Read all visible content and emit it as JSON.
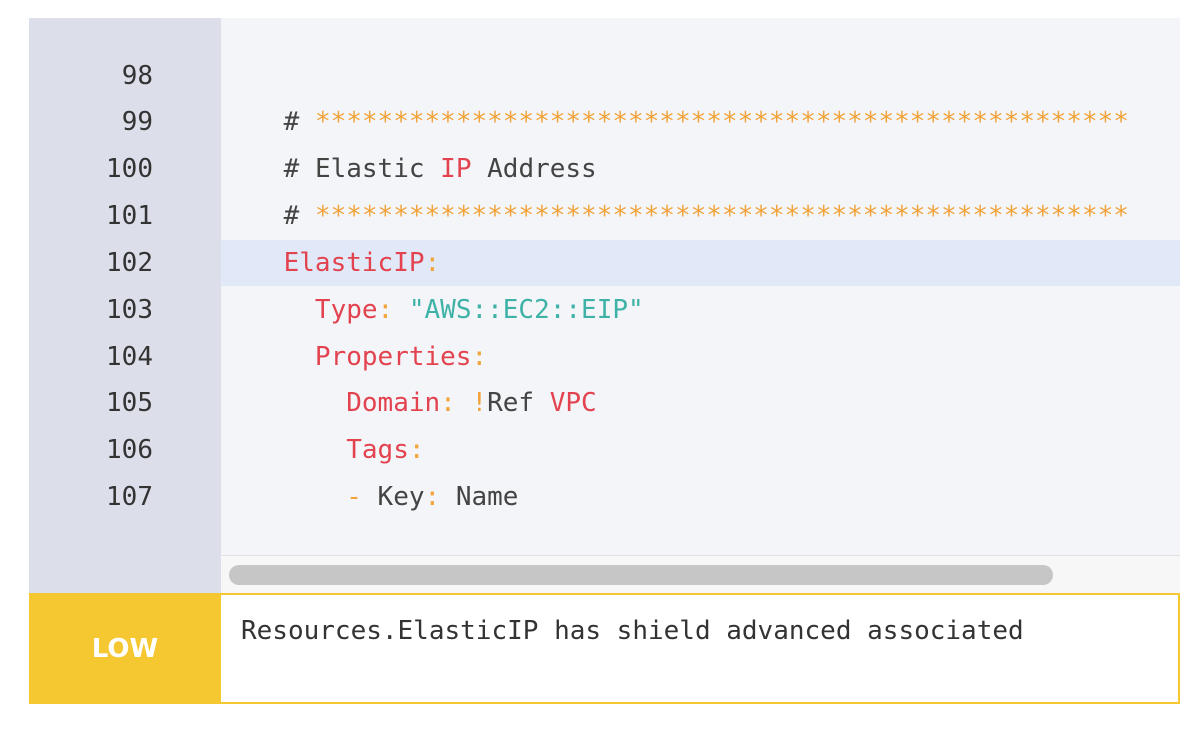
{
  "gutter": {
    "line_numbers": [
      "98",
      "99",
      "100",
      "101",
      "102",
      "103",
      "104",
      "105",
      "106",
      "107"
    ]
  },
  "code": {
    "highlighted_line": "102",
    "line_99": {
      "hash": "#",
      "stars": "****************************************************"
    },
    "line_100": {
      "hash": "#",
      "word1": "Elastic",
      "word2": "IP",
      "word3": "Address"
    },
    "line_101": {
      "hash": "#",
      "stars": "****************************************************"
    },
    "line_102": {
      "key": "ElasticIP",
      "colon": ":"
    },
    "line_103": {
      "key": "Type",
      "colon": ":",
      "value": "\"AWS::EC2::EIP\""
    },
    "line_104": {
      "key": "Properties",
      "colon": ":"
    },
    "line_105": {
      "key": "Domain",
      "colon": ":",
      "bang": "!",
      "tag": "Ref",
      "value": "VPC"
    },
    "line_106": {
      "key": "Tags",
      "colon": ":"
    },
    "line_107": {
      "dash": "-",
      "key": "Key",
      "colon": ":",
      "value": "Name"
    }
  },
  "finding": {
    "severity": "LOW",
    "message": "Resources.ElasticIP has shield advanced associated"
  },
  "colors": {
    "severity_low": "#f5c731",
    "key": "#e2434f",
    "punctuation": "#f2a33a",
    "string": "#3fb2a7",
    "highlight_row": "#e1e9f8"
  }
}
